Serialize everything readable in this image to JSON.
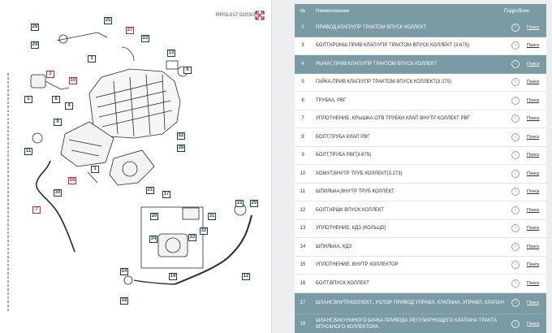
{
  "diagram": {
    "ref": "RP03-017 02/03/20",
    "callouts": [
      "26",
      "25",
      "27",
      "24",
      "23",
      "13",
      "3",
      "2",
      "6",
      "10",
      "5",
      "8",
      "4",
      "9",
      "11",
      "1",
      "16",
      "7",
      "22",
      "28",
      "21",
      "30",
      "15",
      "29",
      "20",
      "31",
      "17",
      "32",
      "34",
      "33",
      "14",
      "19",
      "12",
      "18"
    ]
  },
  "table": {
    "headers": {
      "num": "№",
      "name": "Наименование",
      "info": "Подробнее",
      "link": ""
    },
    "rows": [
      {
        "num": "2",
        "name": "ПРИВОД,КЛАП/УПР ТРАКТОМ ВПУСК КОЛЛЕКТ",
        "link": "Поиск"
      },
      {
        "num": "3",
        "name": "БОЛТ,КРОНШ ПРИВ КЛАП/УПР ТРАКТОМ ВПУСК КОЛЛЕКТ (3.675)",
        "link": "Поиск"
      },
      {
        "num": "4",
        "name": "РЫЧАГ,ПРИВ КЛАП/УПР ТРАКТОМ ВПУСК КОЛЛЕКТ",
        "link": "Поиск"
      },
      {
        "num": "5",
        "name": "ГАЙКА,ПРИВ КЛАП/УПР ТРАКТОМ ВПУСК КОЛЛЕКТ(3.275)",
        "link": "Поиск"
      },
      {
        "num": "6",
        "name": "ТРУБКА, РВГ",
        "link": "Поиск"
      },
      {
        "num": "7",
        "name": "УПЛОТНЕНИЕ, КРЫШКА ОТВ ТРУБКИ КЛАП ВНУТР КОЛЛЕКТ РВГ",
        "link": "Поиск"
      },
      {
        "num": "8",
        "name": "БОЛТ,ТРУБА КЛАП РВГ",
        "link": "Поиск"
      },
      {
        "num": "9",
        "name": "БОЛТ,ТРУБА РВГ(3.675)",
        "link": "Поиск"
      },
      {
        "num": "10",
        "name": "ХОМУТ,ВНУТР ТРУБ КОЛЛЕКТ(3.273)",
        "link": "Поиск"
      },
      {
        "num": "11",
        "name": "ШПИЛЬКА,ВНУТР ТРУБ КОЛЛЕКТ",
        "link": "Поиск"
      },
      {
        "num": "12",
        "name": "БОЛТ,КРШК ВПУСК КОЛЛЕКТ",
        "link": "Поиск"
      },
      {
        "num": "13",
        "name": "УПЛОТНЕНИЕ, КДЗ (КОЛЬЦО)",
        "link": "Поиск"
      },
      {
        "num": "14",
        "name": "ШПИЛЬКА, КДЗ",
        "link": "Поиск"
      },
      {
        "num": "15",
        "name": "УПЛОТНЕНИЕ, ВНУТР КОЛЛЕКТОР",
        "link": "Поиск"
      },
      {
        "num": "16",
        "name": "БОЛТ,ВПУСК КОЛЛЕКТ",
        "link": "Поиск"
      },
      {
        "num": "17",
        "name": "ШЛАНГ,ВНУТР.КОЛЛЕКТ., РОТОР ПРИВОД УПРАВЛ. КЛАПАНА, УПРАВЛ. КЛАПАН",
        "link": "Поиск"
      },
      {
        "num": "18",
        "name": "ШЛАНГ,ВАКУУМНОГО БАЧКА ПРИВОДА РЕГУЛИРУЮЩЕГО КЛАПАНА ТРАКТА ВПУСКНОГО КОЛЛЕКТОРА",
        "link": "Поиск"
      }
    ]
  }
}
